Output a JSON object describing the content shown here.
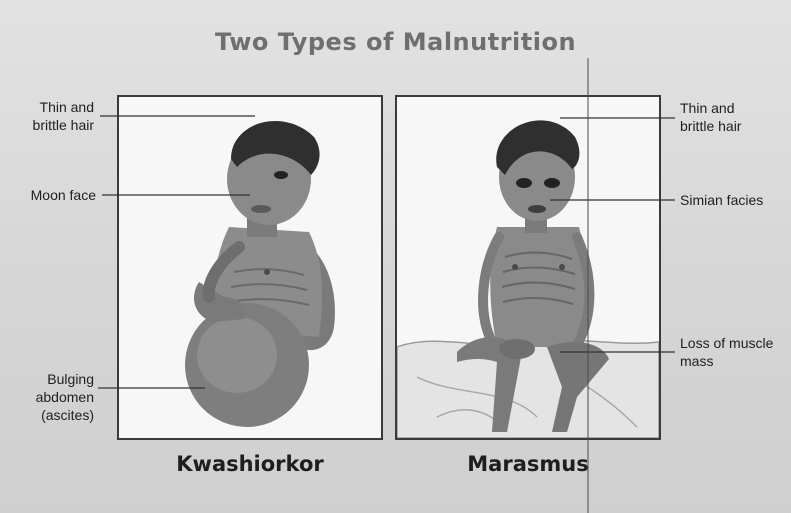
{
  "title": "Two Types of Malnutrition",
  "panels": {
    "left": {
      "caption": "Kwashiorkor"
    },
    "right": {
      "caption": "Marasmus"
    }
  },
  "labels": {
    "left_hair_line1": "Thin and",
    "left_hair_line2": "brittle hair",
    "moon_face": "Moon face",
    "bulging_line1": "Bulging",
    "bulging_line2": "abdomen",
    "bulging_line3": "(ascites)",
    "right_hair_line1": "Thin and",
    "right_hair_line2": "brittle hair",
    "simian_facies": "Simian facies",
    "muscle_line1": "Loss of muscle",
    "muscle_line2": "mass"
  },
  "colors": {
    "background": "#d8d8d8",
    "panel": "#f7f7f7",
    "skin": "#8a8a8a",
    "skin_dark": "#5e5e5e",
    "hair": "#2f2f2f",
    "title": "#6f6f6f"
  }
}
